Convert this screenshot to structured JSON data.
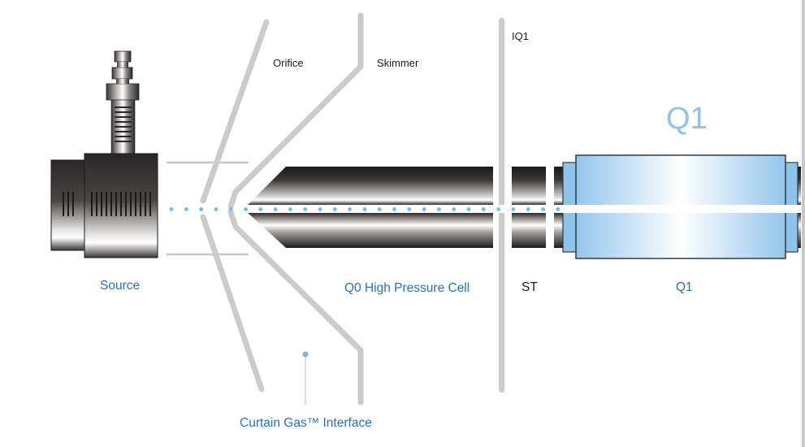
{
  "diagram": {
    "title": "Ion path: Source to Q1 quadrupole",
    "labels": {
      "orifice": "Orifice",
      "skimmer": "Skimmer",
      "iq1": "IQ1",
      "q1_title": "Q1",
      "source": "Source",
      "q0": "Q0 High Pressure Cell",
      "st": "ST",
      "q1": "Q1",
      "curtain_gas": "Curtain Gas™  Interface"
    },
    "components": [
      {
        "id": "source",
        "name": "Source"
      },
      {
        "id": "orifice",
        "name": "Orifice"
      },
      {
        "id": "skimmer",
        "name": "Skimmer"
      },
      {
        "id": "q0",
        "name": "Q0 High Pressure Cell"
      },
      {
        "id": "iq1",
        "name": "IQ1"
      },
      {
        "id": "st",
        "name": "ST"
      },
      {
        "id": "q1",
        "name": "Q1"
      }
    ],
    "colors": {
      "plate_grey": "#cbcbcb",
      "ion_dot": "#7ab8e6",
      "label_blue": "#2a72b8",
      "q1_title_blue": "#8cc3ea",
      "q1_body_edge": "#8ec3ea",
      "q1_outline": "#2f3a44",
      "rod_dark": "#1c1a19"
    }
  }
}
